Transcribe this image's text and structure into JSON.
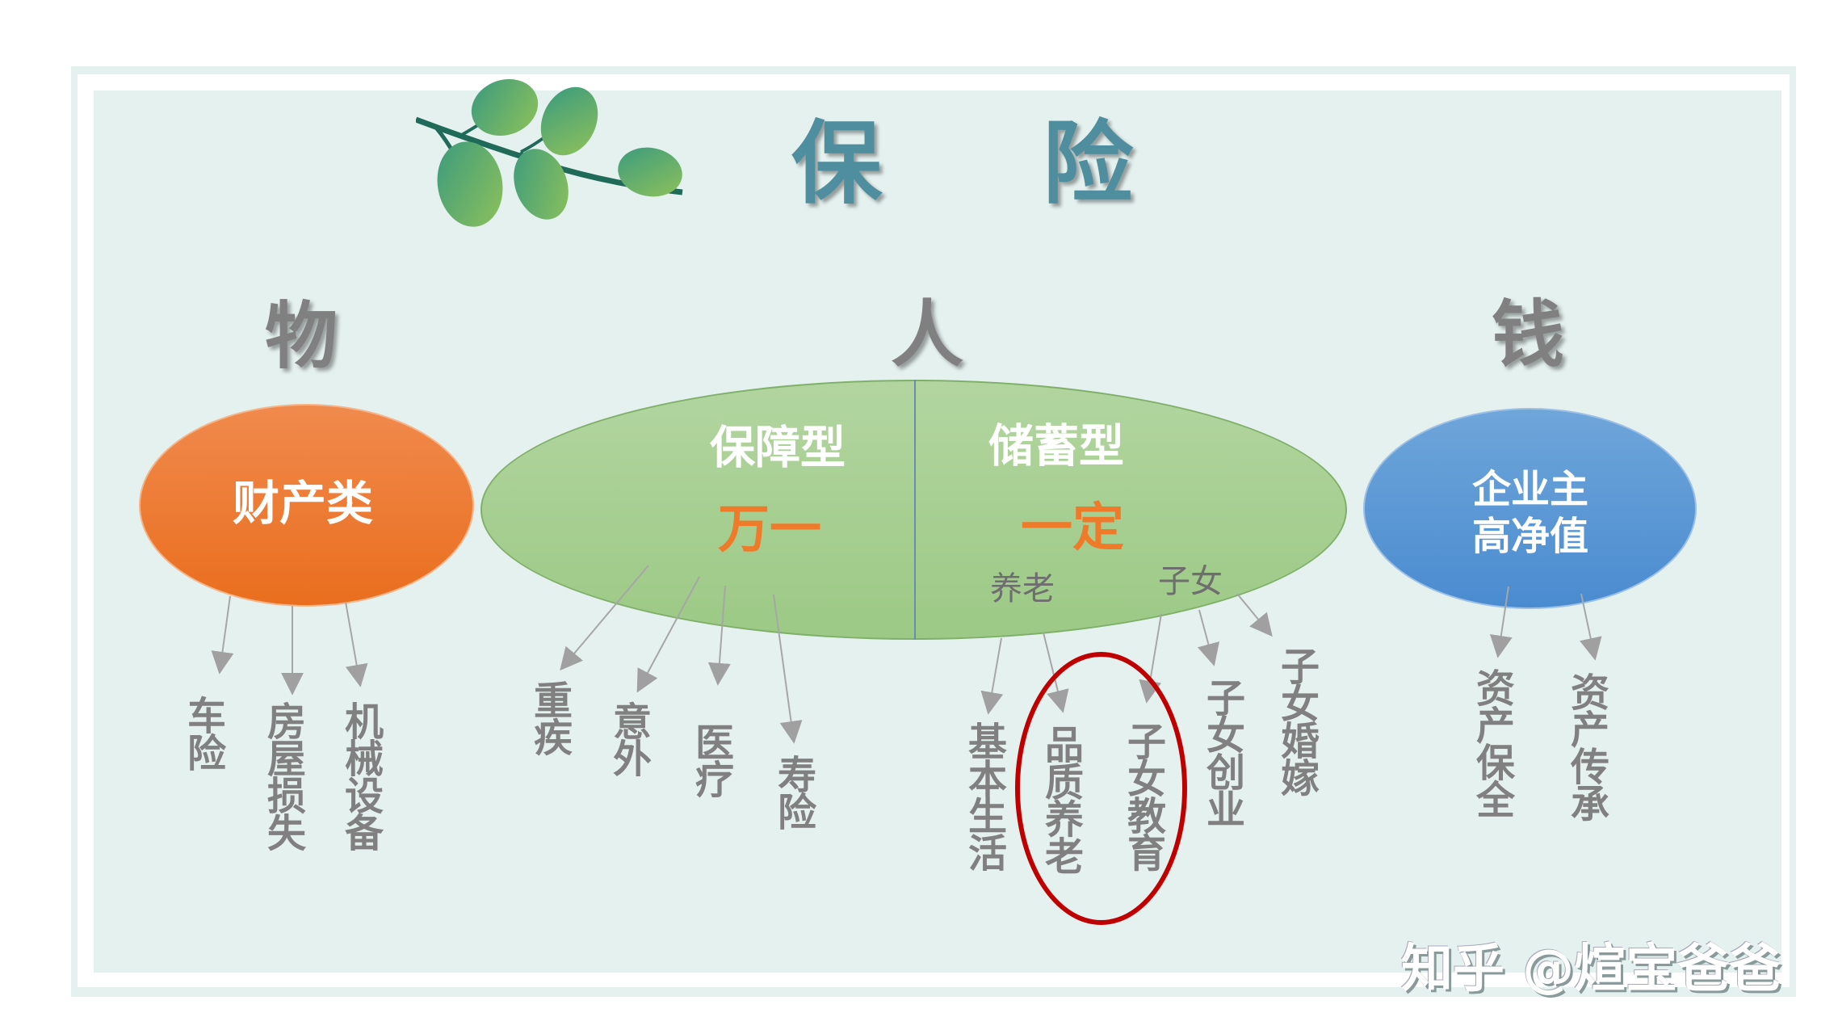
{
  "title": "保 险",
  "categories": {
    "property": "物",
    "person": "人",
    "money": "钱"
  },
  "ellipses": {
    "property": {
      "label": "财产类",
      "color": "#ed7629"
    },
    "person": {
      "color": "#a8cf93",
      "protection": {
        "title": "保障型",
        "keyword": "万一"
      },
      "savings": {
        "title": "储蓄型",
        "keyword": "一定",
        "sub_left": "养老",
        "sub_right": "子女"
      }
    },
    "wealth": {
      "line1": "企业主",
      "line2": "高净值",
      "color": "#5593d4"
    }
  },
  "leaves": {
    "property": [
      "车险",
      "房屋损失",
      "机械设备"
    ],
    "protection": [
      "重疾",
      "意外",
      "医疗",
      "寿险"
    ],
    "savings": [
      "基本生活",
      "品质养老",
      "子女教育",
      "子女创业",
      "子女婚嫁"
    ],
    "wealth": [
      "资产保全",
      "资产传承"
    ]
  },
  "highlight": {
    "items": [
      "品质养老",
      "子女教育"
    ],
    "color": "#c00000"
  },
  "colors": {
    "title": "#4f8e9e",
    "accent": "#ef7a2a",
    "label": "#808080",
    "background": "#e5f1ef"
  },
  "watermark": "知乎 @煊宝爸爸"
}
